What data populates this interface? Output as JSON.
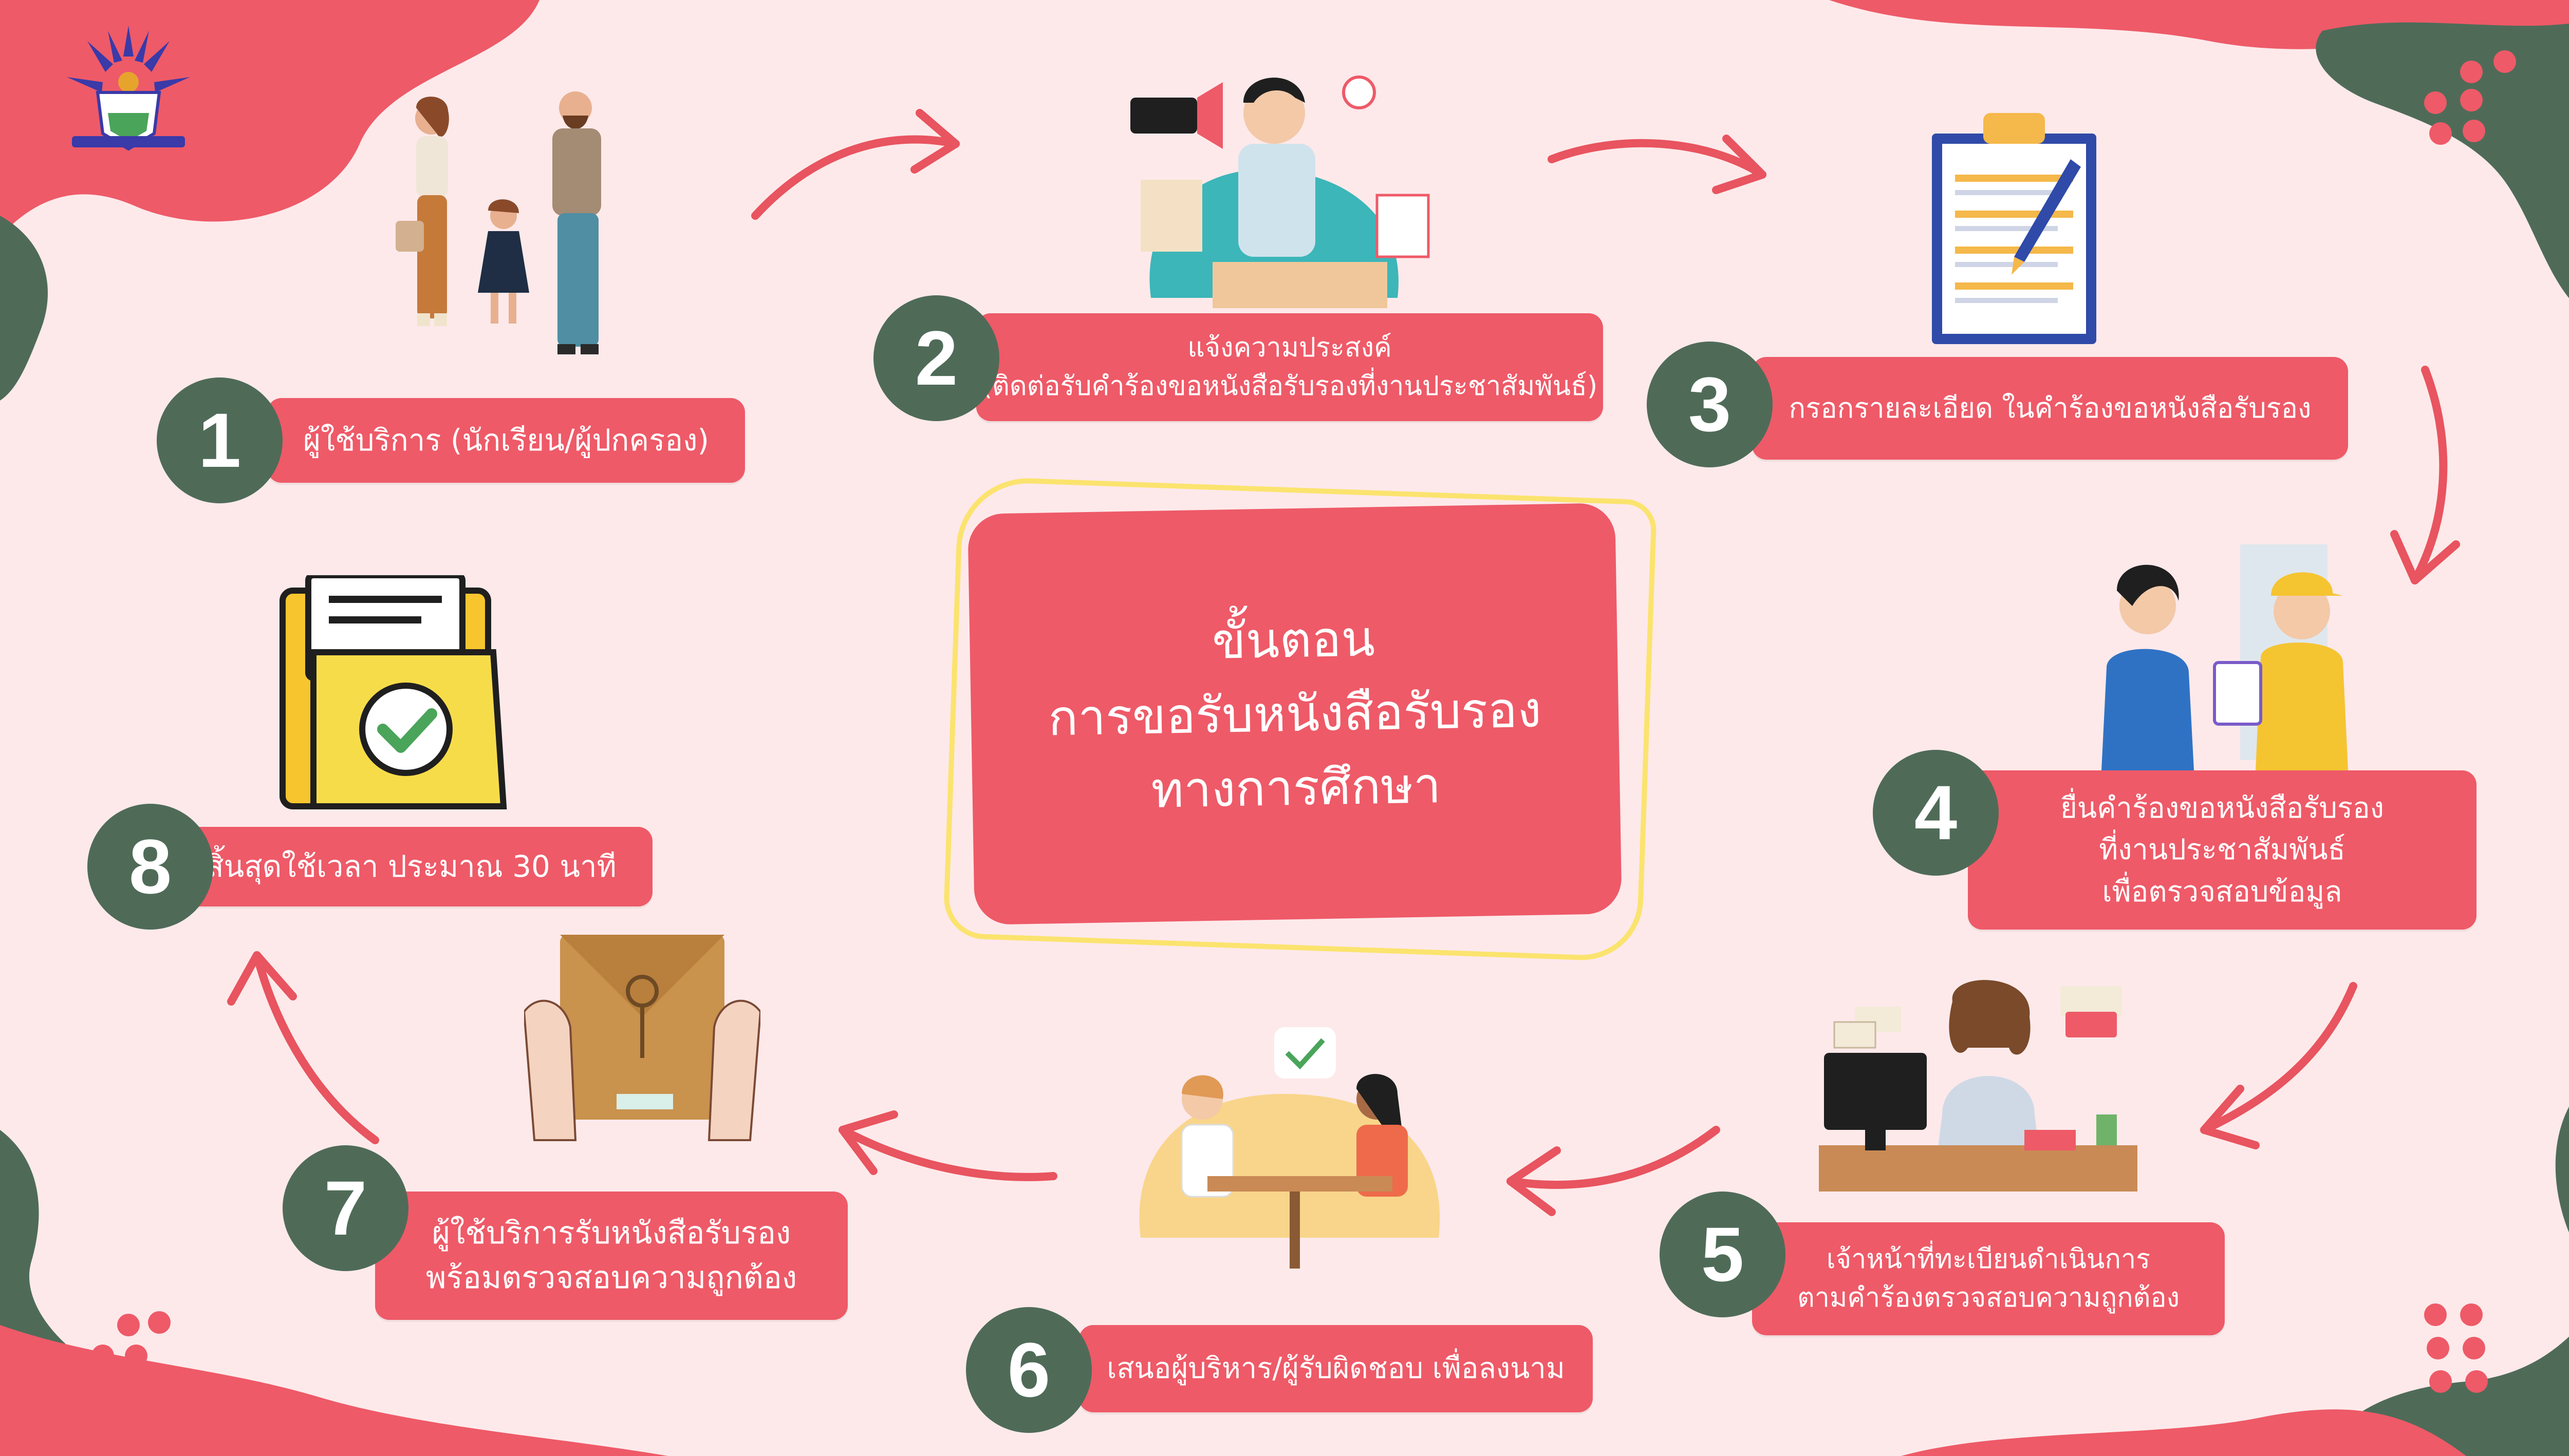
{
  "title": {
    "line1": "ขั้นตอน",
    "line2": "การขอรับหนังสือรับรอง",
    "line3": "ทางการศึกษา"
  },
  "steps": [
    {
      "number": "1",
      "lines": [
        "ผู้ใช้บริการ (นักเรียน/ผู้ปกครอง)"
      ]
    },
    {
      "number": "2",
      "lines": [
        "แจ้งความประสงค์",
        "(ติดต่อรับคำร้องขอหนังสือรับรองที่งานประชาสัมพันธ์)"
      ]
    },
    {
      "number": "3",
      "lines": [
        "กรอกรายละเอียด ในคำร้องขอหนังสือรับรอง"
      ]
    },
    {
      "number": "4",
      "lines": [
        "ยื่นคำร้องขอหนังสือรับรอง",
        "ที่งานประชาสัมพันธ์",
        "เพื่อตรวจสอบข้อมูล"
      ]
    },
    {
      "number": "5",
      "lines": [
        "เจ้าหน้าที่ทะเบียนดำเนินการ",
        "ตามคำร้องตรวจสอบความถูกต้อง"
      ]
    },
    {
      "number": "6",
      "lines": [
        "เสนอผู้บริหาร/ผู้รับผิดชอบ เพื่อลงนาม"
      ]
    },
    {
      "number": "7",
      "lines": [
        "ผู้ใช้บริการรับหนังสือรับรอง",
        "พร้อมตรวจสอบความถูกต้อง"
      ]
    },
    {
      "number": "8",
      "lines": [
        "สิ้นสุดใช้เวลา ประมาณ 30 นาที"
      ]
    }
  ],
  "colors": {
    "background": "#fde9ea",
    "label": "#ee5a68",
    "badge": "#4f6b58",
    "accent_yellow": "#fbe36e",
    "arrow": "#e8545f",
    "blob_green": "#4f6b58"
  },
  "icons": [
    "school-logo",
    "family-icon",
    "announcer-icon",
    "clipboard-form-icon",
    "delivery-handover-icon",
    "office-worker-icon",
    "meeting-icon",
    "envelope-icon",
    "folder-check-icon"
  ]
}
